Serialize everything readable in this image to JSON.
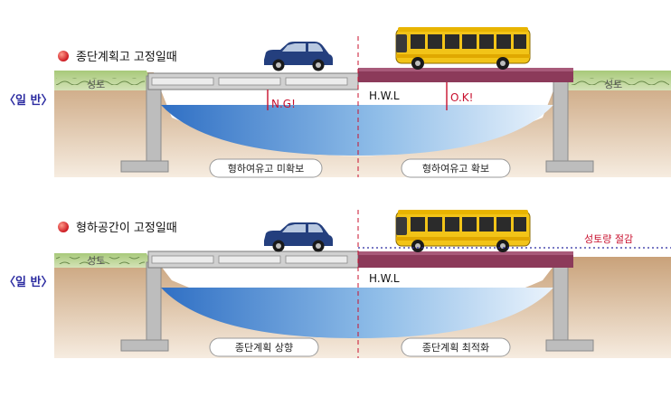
{
  "side_label": "〈일 반〉",
  "panels": [
    {
      "heading": "종단계획고 고정일때",
      "embankment_left": "성토",
      "embankment_right": "성토",
      "water_level": "H.W.L",
      "check_ng": "N.G!",
      "check_ok": "O.K!",
      "caption_left": "형하여유고 미확보",
      "caption_right": "형하여유고 확보"
    },
    {
      "heading": "형하공간이 고정일때",
      "embankment_left": "성토",
      "water_level": "H.W.L",
      "saving_note": "성토량 절감",
      "caption_left": "종단계획 상향",
      "caption_right": "종단계획 최적화"
    }
  ],
  "colors": {
    "bullet": "#d81b1b",
    "side_label": "#2a2aa0",
    "annotation_red": "#c8102e",
    "deck_grey": "#c9c9c9",
    "deck_maroon": "#8c3a5a",
    "water_blue": "#5a9ad8",
    "ground_tan": "#d7b48e",
    "grass_green": "#9bbf6a",
    "bus_yellow": "#f2c418",
    "car_blue": "#2b4a8f"
  },
  "icons": [
    "red-bullet-icon",
    "car-icon",
    "bus-icon"
  ]
}
